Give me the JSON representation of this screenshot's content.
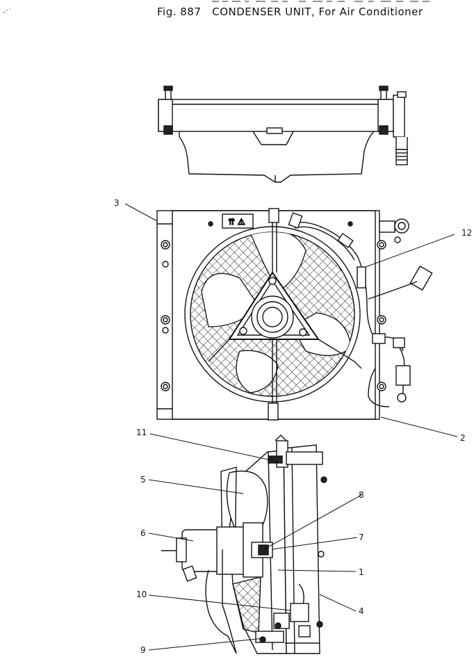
{
  "header": {
    "fig_number": "Fig. 887",
    "title": "CONDENSER UNIT, For Air Conditioner"
  },
  "callouts": {
    "c1": "1",
    "c2": "2",
    "c3": "3",
    "c4": "4",
    "c5": "5",
    "c6": "6",
    "c7": "7",
    "c8": "8",
    "c9": "9",
    "c10": "10",
    "c11": "11",
    "c12": "12"
  },
  "decal_text": "⇈ ⚠"
}
